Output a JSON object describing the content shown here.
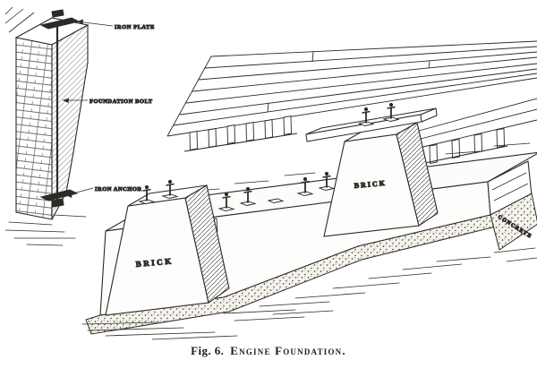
{
  "figure": {
    "caption": {
      "prefix": "Fig. 6.",
      "title": "Engine Foundation."
    },
    "inset_labels": {
      "iron_plate": "IRON PLATE",
      "foundation_bolt": "FOUNDATION BOLT",
      "iron_anchor": "IRON ANCHOR"
    },
    "main_labels": {
      "brick_near": "BRICK",
      "brick_far": "BRICK",
      "concrete": "CONCRETE"
    },
    "colors": {
      "ink": "#2b2a27",
      "paper": "#ffffff"
    }
  }
}
